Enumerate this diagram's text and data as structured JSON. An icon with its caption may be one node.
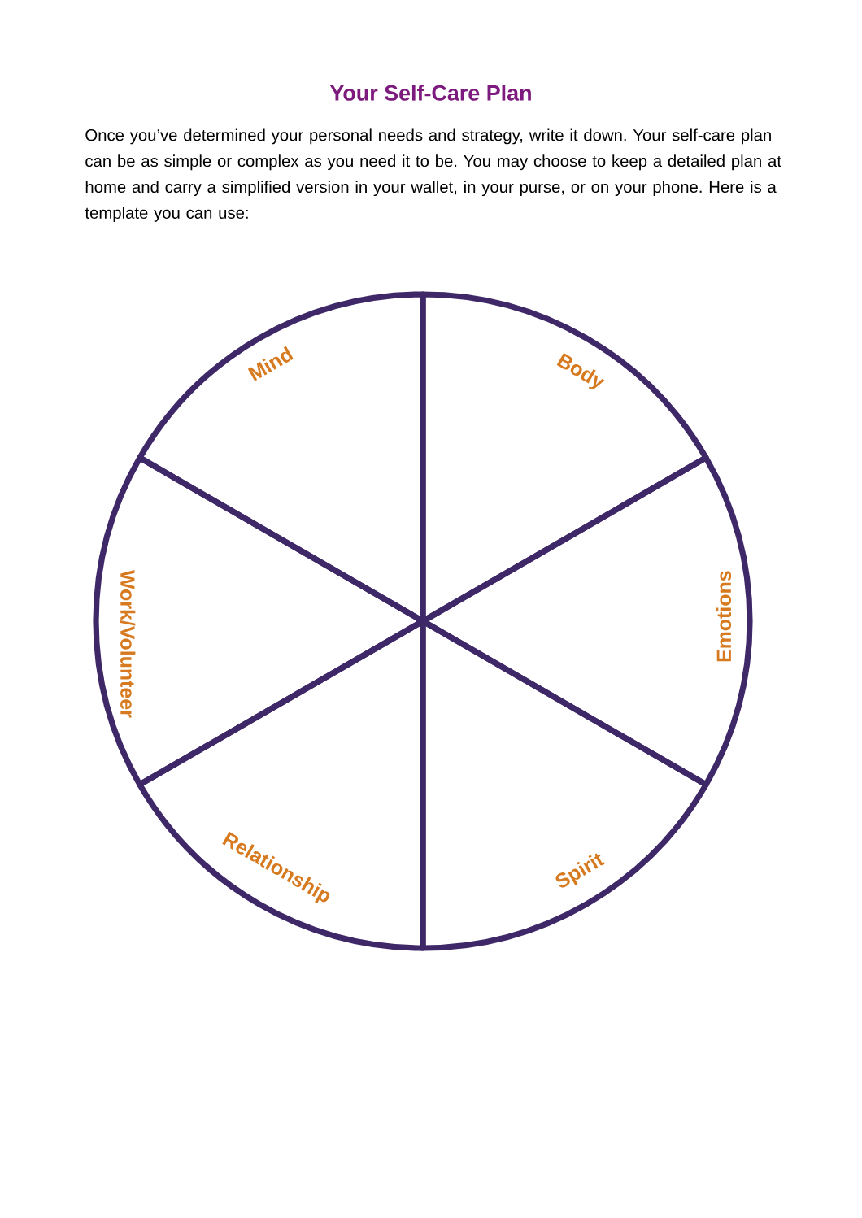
{
  "diagram": {
    "title": "Your Self-Care Plan",
    "nodes": [
      {
        "text": [
          "Mind"
        ]
      },
      {
        "text": [
          "Body"
        ]
      },
      {
        "text": [
          "Work/Volunteer"
        ]
      },
      {
        "text": [
          "Emotions"
        ]
      },
      {
        "text": [
          "Relationship"
        ]
      },
      {
        "text": [
          "Spirit"
        ]
      }
    ],
    "labels": [
      "Once you’ve determined your personal needs and strategy, write it down. Your self-care plan can be as simple or complex as you need it to be. You may choose to keep a detailed plan at home and carry a simplified version in your wallet, in your purse, or on your phone. Here is a template you can use:"
    ]
  }
}
